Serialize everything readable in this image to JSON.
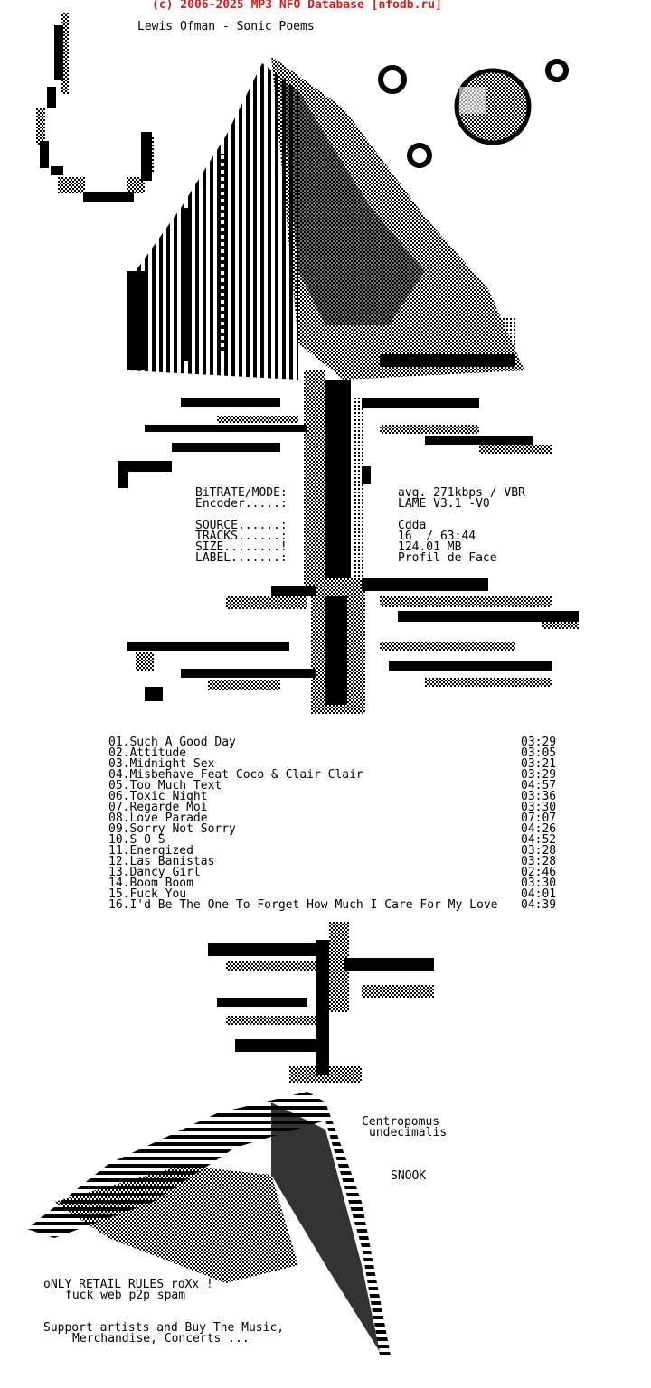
{
  "header": "(c) 2006-2025 MP3 NFO Database [nfodb.ru]",
  "release_title": "Lewis Ofman - Sonic Poems",
  "info_labels": [
    "BiTRATE/MODE:",
    "Encoder.....:",
    "SOURCE......:",
    "TRACKS......:",
    "SIZE........!",
    "LABEL.......:"
  ],
  "info_values": [
    "avg. 271kbps / VBR",
    "LAME V3.1 -V0",
    "Cdda",
    "16  / 63:44",
    "124.01 MB",
    "Profil de Face"
  ],
  "tracks": [
    {
      "title": "01.Such A Good Day",
      "duration": "03:29"
    },
    {
      "title": "02.Attitude",
      "duration": "03:05"
    },
    {
      "title": "03.Midnight Sex",
      "duration": "03:21"
    },
    {
      "title": "04.Misbehave Feat Coco & Clair Clair",
      "duration": "03:29"
    },
    {
      "title": "05.Too Much Text",
      "duration": "04:57"
    },
    {
      "title": "06.Toxic Night",
      "duration": "03:36"
    },
    {
      "title": "07.Regarde Moi",
      "duration": "03:30"
    },
    {
      "title": "08.Love Parade",
      "duration": "07:07"
    },
    {
      "title": "09.Sorry Not Sorry",
      "duration": "04:26"
    },
    {
      "title": "10.S O S",
      "duration": "04:52"
    },
    {
      "title": "11.Energized",
      "duration": "03:28"
    },
    {
      "title": "12.Las Banistas",
      "duration": "03:28"
    },
    {
      "title": "13.Dancy Girl",
      "duration": "02:46"
    },
    {
      "title": "14.Boom Boom",
      "duration": "03:30"
    },
    {
      "title": "15.Fuck You",
      "duration": "04:01"
    },
    {
      "title": "16.I'd Be The One To Forget How Much I Care For My Love",
      "duration": "04:39"
    }
  ],
  "fish_name_line1": "Centropomus",
  "fish_name_line2": "undecimalis",
  "fish_common": "SNOOK",
  "slogan_line1": "oNLY RETAIL RULES roXx !",
  "slogan_line2": "fuck web p2p spam",
  "support_line1": "Support artists and Buy The Music,",
  "support_line2": "Merchandise, Concerts ...",
  "colors": {
    "header": "#d81b1b",
    "text": "#000000",
    "background": "#ffffff"
  }
}
